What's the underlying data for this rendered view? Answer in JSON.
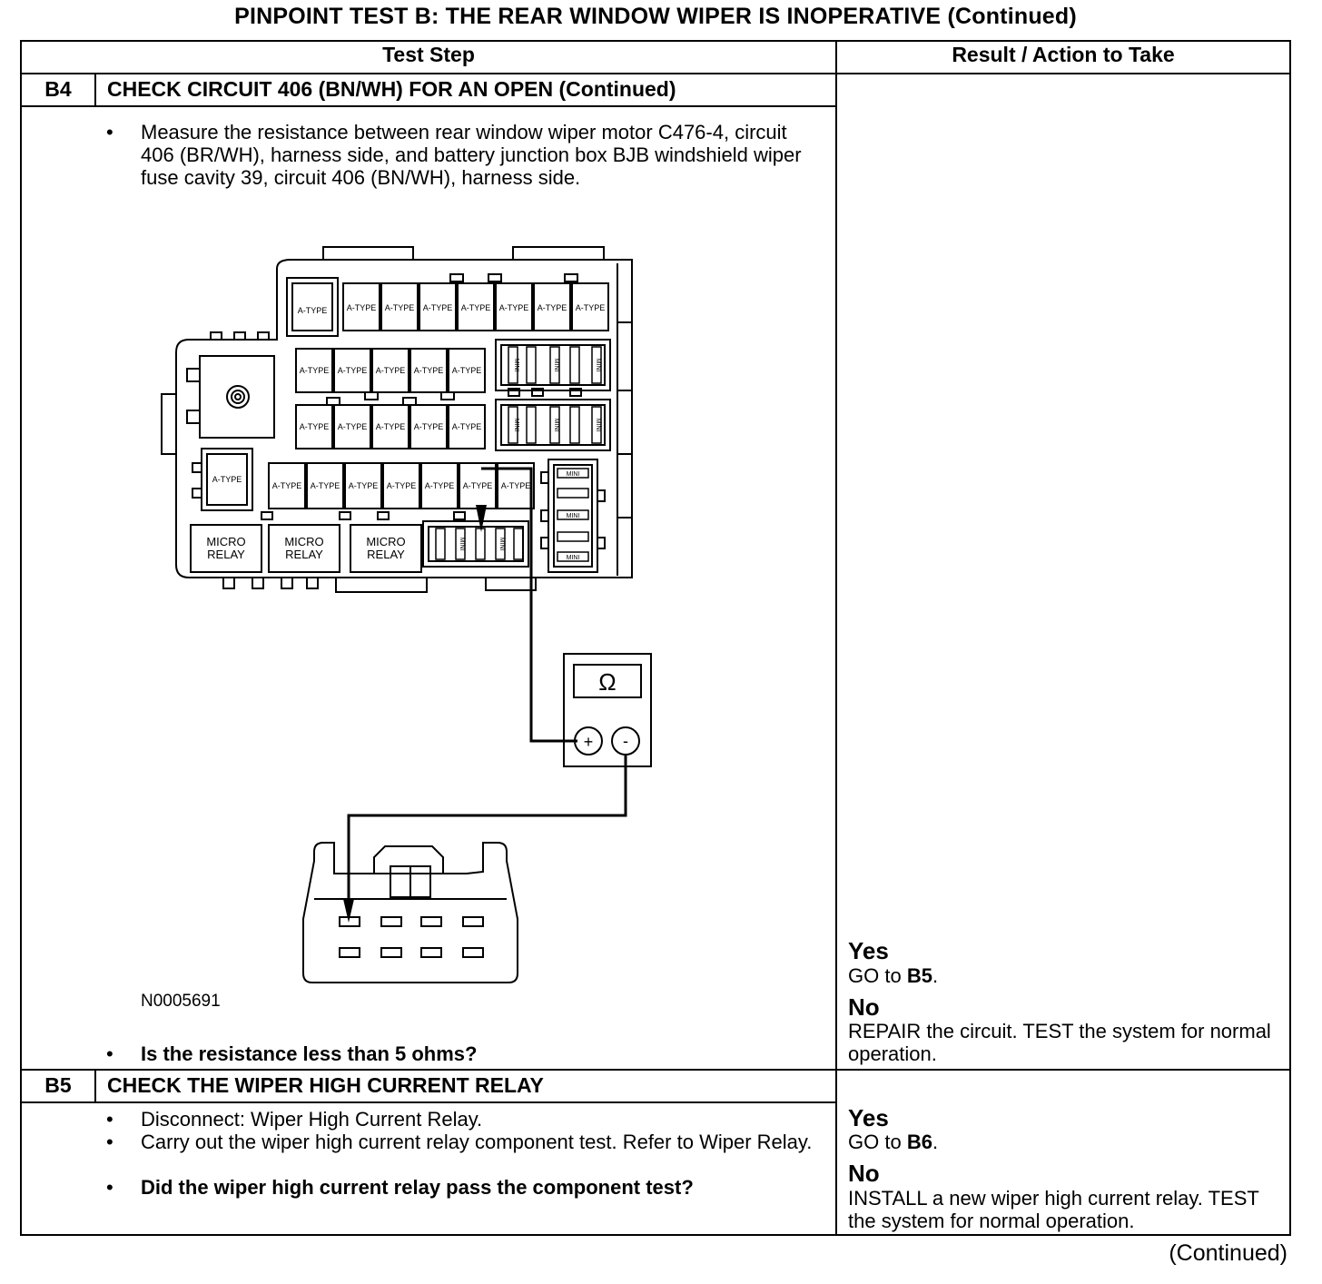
{
  "title": "PINPOINT TEST  B: THE REAR WINDOW WIPER IS INOPERATIVE (Continued)",
  "table": {
    "col_headers": [
      "Test Step",
      "Result / Action to Take"
    ]
  },
  "steps": [
    {
      "id": "B4",
      "title": "CHECK CIRCUIT 406 (BN/WH) FOR AN OPEN (Continued)",
      "bullets": [
        {
          "text": "Measure the resistance between rear window wiper motor C476-4, circuit 406 (BR/WH), harness side, and battery junction box BJB windshield wiper fuse cavity 39, circuit 406 (BN/WH), harness side.",
          "bold": false
        },
        {
          "text": "Is the resistance less than 5 ohms?",
          "bold": true
        }
      ],
      "figure": {
        "id": "N0005691",
        "fuse_label_a": "A-TYPE",
        "fuse_label_mini": "MINI",
        "micro_relay": "MICRO RELAY",
        "meter_symbol": "Ω",
        "meter_plus": "+",
        "meter_minus": "-"
      },
      "results": [
        {
          "label": "Yes",
          "action": "GO to",
          "ref": "B5",
          "tail": "."
        },
        {
          "label": "No",
          "action": "REPAIR the circuit. TEST the system for normal operation."
        }
      ]
    },
    {
      "id": "B5",
      "title": "CHECK THE WIPER HIGH CURRENT RELAY",
      "bullets": [
        {
          "text": "Disconnect: Wiper High Current Relay.",
          "bold": false
        },
        {
          "text": "Carry out the wiper high current relay component test. Refer to Wiper Relay.",
          "bold": false
        },
        {
          "text": "Did the wiper high current relay pass the component test?",
          "bold": true
        }
      ],
      "results": [
        {
          "label": "Yes",
          "action": "GO to",
          "ref": "B6",
          "tail": "."
        },
        {
          "label": "No",
          "action": "INSTALL a new wiper high current relay. TEST the system for normal operation."
        }
      ]
    }
  ],
  "footer": "(Continued)"
}
